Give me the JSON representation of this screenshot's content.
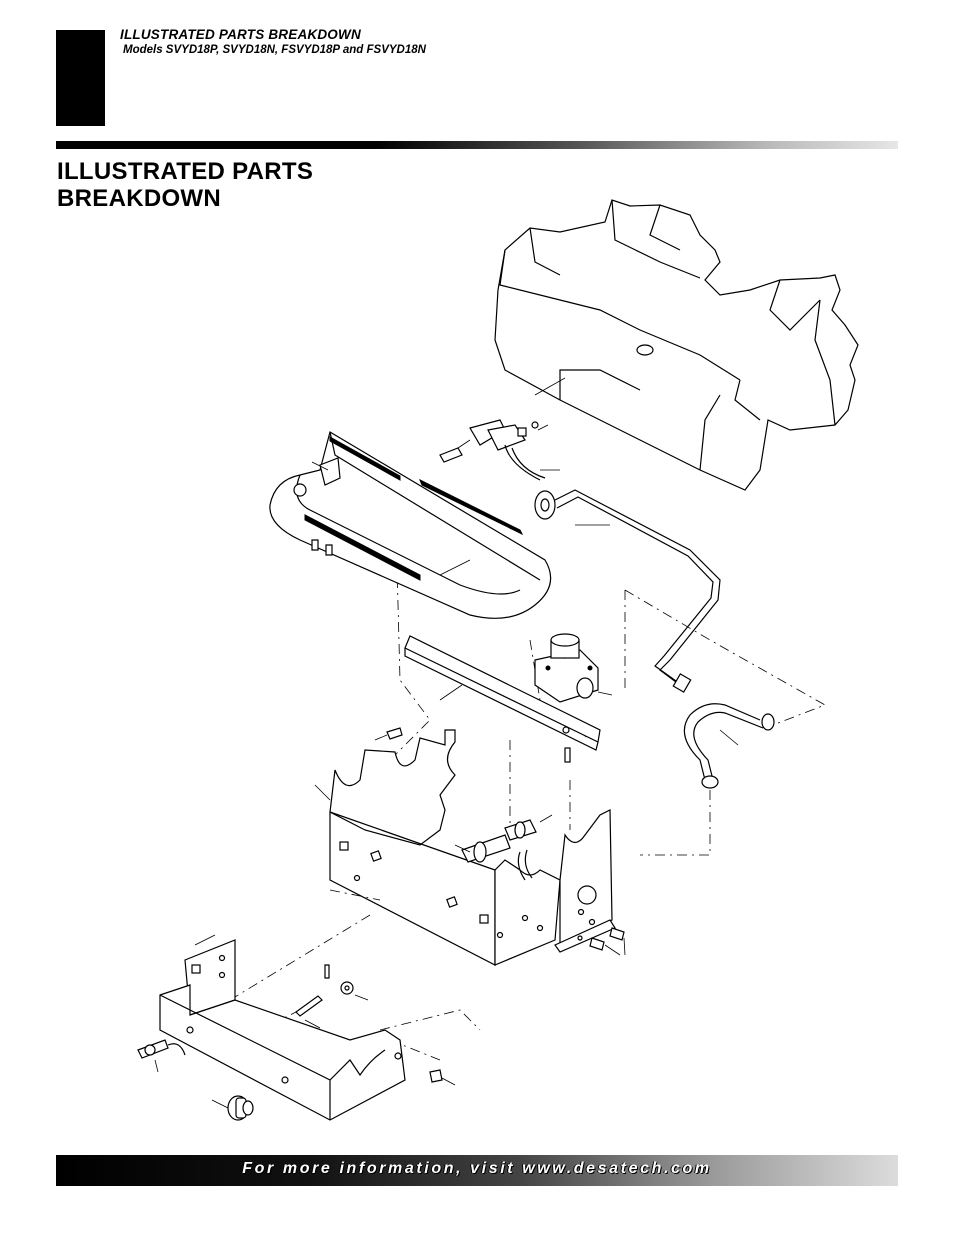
{
  "header": {
    "title": "ILLUSTRATED PARTS BREAKDOWN",
    "subtitle": "Models SVYD18P, SVYD18N, FSVYD18P and FSVYD18N"
  },
  "section": {
    "title_line1": "ILLUSTRATED PARTS",
    "title_line2": "BREAKDOWN"
  },
  "footer": {
    "text": "For more information, visit www.desatech.com"
  },
  "diagram": {
    "parts": [
      "log-set-icon",
      "pilot-assembly-icon",
      "burner-icon",
      "burner-tube-icon",
      "gas-line-icon",
      "regulator-icon",
      "burner-bracket-icon",
      "burner-base-icon",
      "control-valve-icon",
      "control-panel-icon",
      "piezo-ignitor-icon",
      "control-knob-icon",
      "fitting-tube-icon",
      "screw-icon"
    ]
  }
}
